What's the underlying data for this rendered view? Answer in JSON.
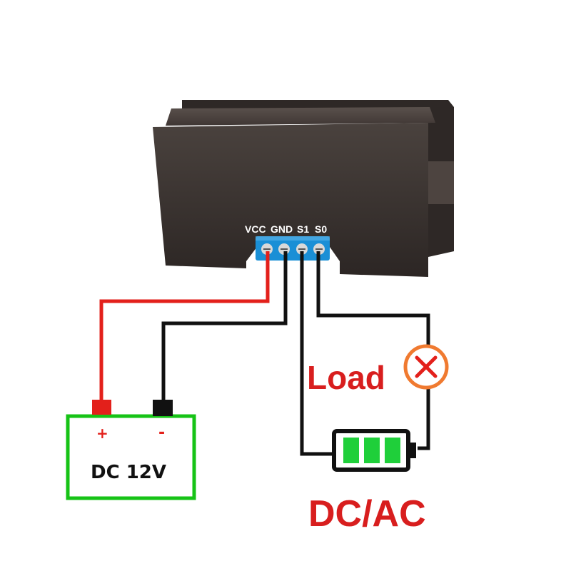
{
  "module": {
    "terminal_labels": [
      "VCC",
      "GND",
      "S1",
      "S0"
    ]
  },
  "power_supply": {
    "plus_sign": "+",
    "minus_sign": "-",
    "label": "DC 12V"
  },
  "load": {
    "label": "Load"
  },
  "source": {
    "label": "DC/AC"
  },
  "colors": {
    "wire_positive": "#e3201b",
    "wire_black": "#111111",
    "supply_outline": "#16c316",
    "label_red": "#d81e1e",
    "load_symbol": "#f07a30",
    "battery_cells": "#1fcf3a",
    "terminal_block": "#1a8fd6",
    "module_body": "#3a3431"
  },
  "icons": [
    "lamp-cross-icon",
    "battery-icon",
    "screw-terminal-icon"
  ]
}
